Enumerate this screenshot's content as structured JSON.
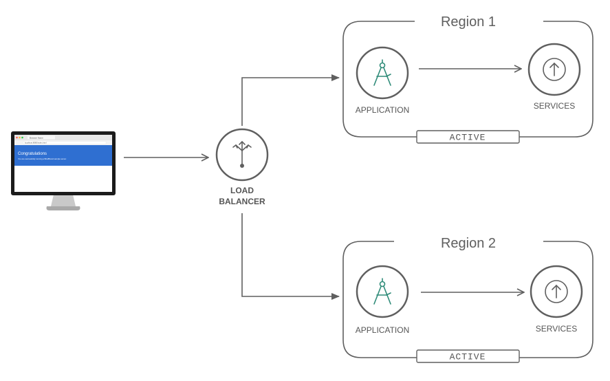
{
  "colors": {
    "line": "#5f5f5f",
    "icon_green": "#2e8b78",
    "screen_blue": "#2f6fd1",
    "monitor_black": "#1b1b1b",
    "stand_silver": "#b9b9b9"
  },
  "monitor": {
    "browser_tab": "Browser Name",
    "url": "localhost:8080/index.html",
    "heading": "Congratulations",
    "body_text": "You are successfully running a BriefBrand sample server."
  },
  "load_balancer": {
    "icon": "load-balancer-icon",
    "label_line1": "LOAD",
    "label_line2": "BALANCER"
  },
  "regions": [
    {
      "title": "Region 1",
      "status": "ACTIVE",
      "application_label": "APPLICATION",
      "application_icon": "compass-icon",
      "services_label": "SERVICES",
      "services_icon": "arrow-up-circle-icon"
    },
    {
      "title": "Region 2",
      "status": "ACTIVE",
      "application_label": "APPLICATION",
      "application_icon": "compass-icon",
      "services_label": "SERVICES",
      "services_icon": "arrow-up-circle-icon"
    }
  ]
}
